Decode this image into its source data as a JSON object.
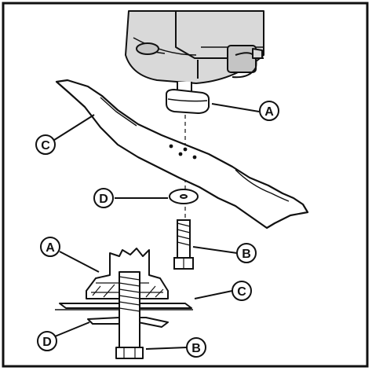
{
  "callouts": {
    "top_a": "A",
    "top_c": "C",
    "top_d": "D",
    "top_b": "B",
    "bottom_a": "A",
    "bottom_c": "C",
    "bottom_d": "D",
    "bottom_b": "B"
  },
  "colors": {
    "line": "#111111",
    "engine_fill": "#d9d9d9",
    "engine_shade": "#c4c4c4",
    "background": "#ffffff"
  }
}
